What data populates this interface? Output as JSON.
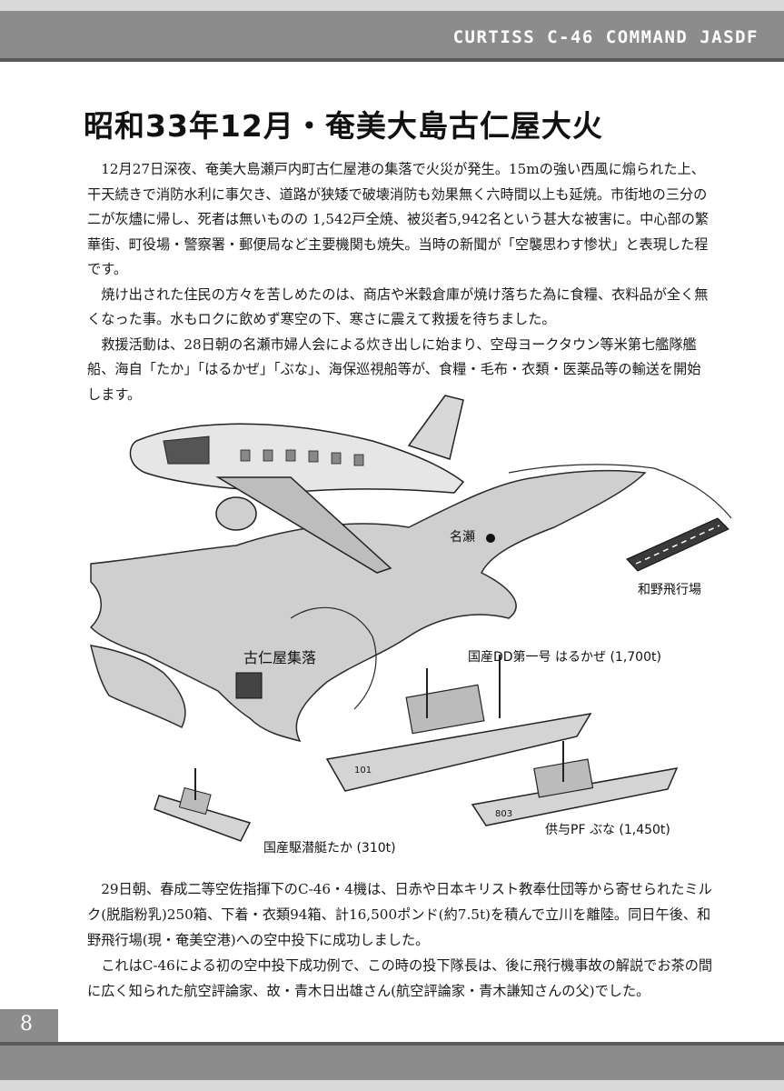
{
  "header": {
    "title": "CURTISS C-46 COMMAND JASDF"
  },
  "heading": "昭和33年12月・奄美大島古仁屋大火",
  "article": {
    "paragraphs": [
      "12月27日深夜、奄美大島瀬戸内町古仁屋港の集落で火災が発生。15mの強い西風に煽られた上、干天続きで消防水利に事欠き、道路が狭矮で破壊消防も効果無く六時間以上も延焼。市街地の三分の二が灰燼に帰し、死者は無いものの 1,542戸全焼、被災者5,942名という甚大な被害に。中心部の繁華街、町役場・警察署・郵便局など主要機関も焼失。当時の新聞が「空襲思わす惨状」と表現した程です。",
      "焼け出された住民の方々を苦しめたのは、商店や米穀倉庫が焼け落ちた為に食糧、衣料品が全く無くなった事。水もロクに飲めず寒空の下、寒さに震えて救援を待ちました。",
      "救援活動は、28日朝の名瀬市婦人会による炊き出しに始まり、空母ヨークタウン等米第七艦隊艦船、海自「たか」「はるかぜ」「ぶな」、海保巡視船等が、食糧・毛布・衣類・医薬品等の輸送を開始します。"
    ]
  },
  "illustration": {
    "labels": {
      "naze": "名瀬",
      "wano": "和野飛行場",
      "koniya": "古仁屋集落",
      "harukaze": "国産DD第一号 はるかぜ (1,700t)",
      "buna": "供与PF ぶな (1,450t)",
      "taka": "国産駆潜艇たか (310t)",
      "harukaze_hull": "101",
      "buna_hull": "803"
    }
  },
  "bottom": {
    "paragraphs": [
      "29日朝、春成二等空佐指揮下のC-46・4機は、日赤や日本キリスト教奉仕団等から寄せられたミルク(脱脂粉乳)250箱、下着・衣類94箱、計16,500ポンド(約7.5t)を積んで立川を離陸。同日午後、和野飛行場(現・奄美空港)への空中投下に成功しました。",
      "これはC-46による初の空中投下成功例で、この時の投下隊長は、後に飛行機事故の解説でお茶の間に広く知られた航空評論家、故・青木日出雄さん(航空評論家・青木謙知さんの父)でした。"
    ]
  },
  "footer": {
    "page_number": "8"
  }
}
